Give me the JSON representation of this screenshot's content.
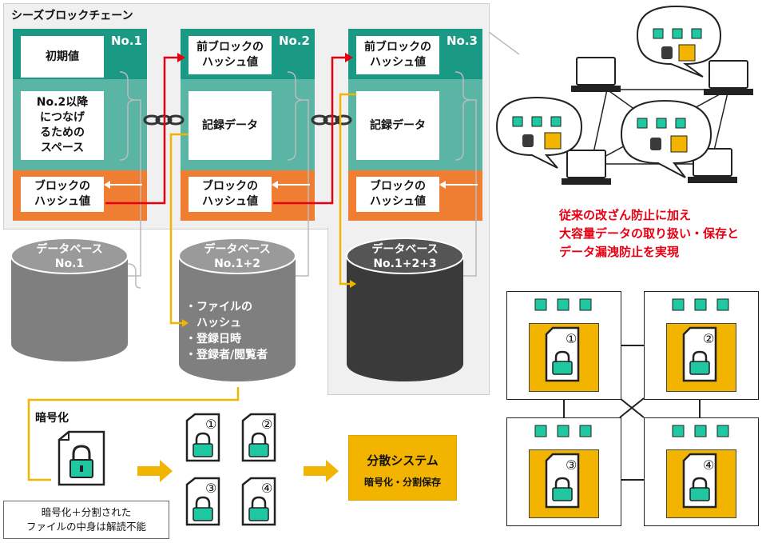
{
  "blockchain": {
    "title": "シーズブロックチェーン",
    "blocks": [
      {
        "num": "No.1",
        "top": "初期値",
        "middle": "No.2以降\nにつなげ\nるための\nスペース",
        "bottom": "ブロックの\nハッシュ値"
      },
      {
        "num": "No.2",
        "top": "前ブロックの\nハッシュ値",
        "middle": "記録データ",
        "bottom": "ブロックの\nハッシュ値"
      },
      {
        "num": "No.3",
        "top": "前ブロックの\nハッシュ値",
        "middle": "記録データ",
        "bottom": "ブロックの\nハッシュ値"
      }
    ]
  },
  "databases": [
    {
      "label": "データベース\nNo.1"
    },
    {
      "label": "データベース\nNo.1+2",
      "items": [
        "・ファイルの",
        "　ハッシュ",
        "・登録日時",
        "・登録者/閲覧者"
      ]
    },
    {
      "label": "データベース\nNo.1+2+3"
    }
  ],
  "encryption": {
    "label": "暗号化",
    "note": "暗号化＋分割された\nファイルの中身は解読不能"
  },
  "pieces": [
    "①",
    "②",
    "③",
    "④"
  ],
  "distributed": {
    "title": "分散システム",
    "subtitle": "暗号化・分割保存"
  },
  "headline": "従来の改ざん防止に加え\n大容量データの取り扱い・保存と\nデータ漏洩防止を実現",
  "colors": {
    "teal": "#1a9a84",
    "teal_light": "#5bb5a5",
    "orange": "#ef7d32",
    "red": "#e60012",
    "gold": "#f3b400",
    "gray_cyl": "#7f7f7f",
    "dark_cyl": "#3a3a3a"
  }
}
